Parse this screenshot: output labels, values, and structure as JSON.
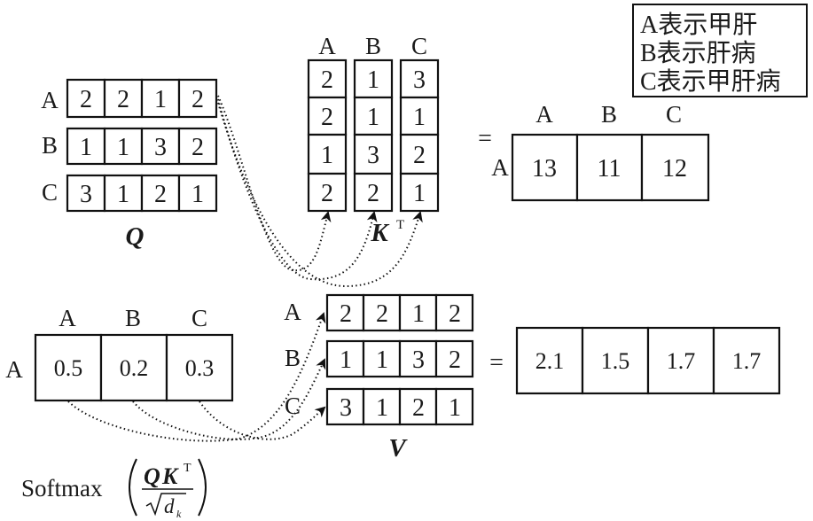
{
  "legend": [
    "A表示甲肝",
    "B表示肝病",
    "C表示甲肝病"
  ],
  "q_matrix": {
    "label": "Q",
    "row_labels": [
      "A",
      "B",
      "C"
    ],
    "rows": [
      [
        "2",
        "2",
        "1",
        "2"
      ],
      [
        "1",
        "1",
        "3",
        "2"
      ],
      [
        "3",
        "1",
        "2",
        "1"
      ]
    ]
  },
  "kt_matrix": {
    "label": "K",
    "superscript": "T",
    "col_labels": [
      "A",
      "B",
      "C"
    ],
    "cols": [
      [
        "2",
        "2",
        "1",
        "2"
      ],
      [
        "1",
        "1",
        "3",
        "2"
      ],
      [
        "3",
        "1",
        "2",
        "1"
      ]
    ]
  },
  "score_result": {
    "equals": "=",
    "row_label": "A",
    "col_labels": [
      "A",
      "B",
      "C"
    ],
    "values": [
      "13",
      "11",
      "12"
    ]
  },
  "softmax_row": {
    "row_label": "A",
    "col_labels": [
      "A",
      "B",
      "C"
    ],
    "values": [
      "0.5",
      "0.2",
      "0.3"
    ]
  },
  "softmax_formula": {
    "func": "Softmax",
    "numerator_q": "Q",
    "numerator_k": "K",
    "superscript": "T",
    "denominator_d": "d",
    "denominator_sub": "k"
  },
  "v_matrix": {
    "label": "V",
    "row_labels": [
      "A",
      "B",
      "C"
    ],
    "rows": [
      [
        "2",
        "2",
        "1",
        "2"
      ],
      [
        "1",
        "1",
        "3",
        "2"
      ],
      [
        "3",
        "1",
        "2",
        "1"
      ]
    ]
  },
  "output_result": {
    "equals": "=",
    "values": [
      "2.1",
      "1.5",
      "1.7",
      "1.7"
    ]
  }
}
